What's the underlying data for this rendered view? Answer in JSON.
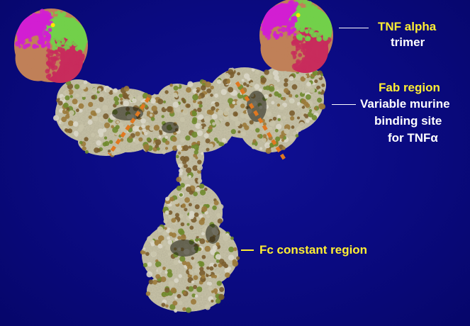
{
  "colors": {
    "background": "#0a0a80",
    "heading_text": "#ffee33",
    "body_text": "#ffffff",
    "antibody_atoms": [
      "#c8c3a8",
      "#9b7a3a",
      "#6f8a2c",
      "#d9d6c6",
      "#7a5d2e"
    ],
    "tnf_subunits": [
      "#d21ed2",
      "#72d04a",
      "#c82c5c",
      "#c08058"
    ],
    "binding_site_marker": "#e07820"
  },
  "labels": {
    "tnf_title": "TNF alpha",
    "tnf_sub": "trimer",
    "fab_title": "Fab region",
    "fab_line1": "Variable murine",
    "fab_line2": "binding site",
    "fab_line3": "for TNFα",
    "fc_title": "Fc constant region"
  }
}
